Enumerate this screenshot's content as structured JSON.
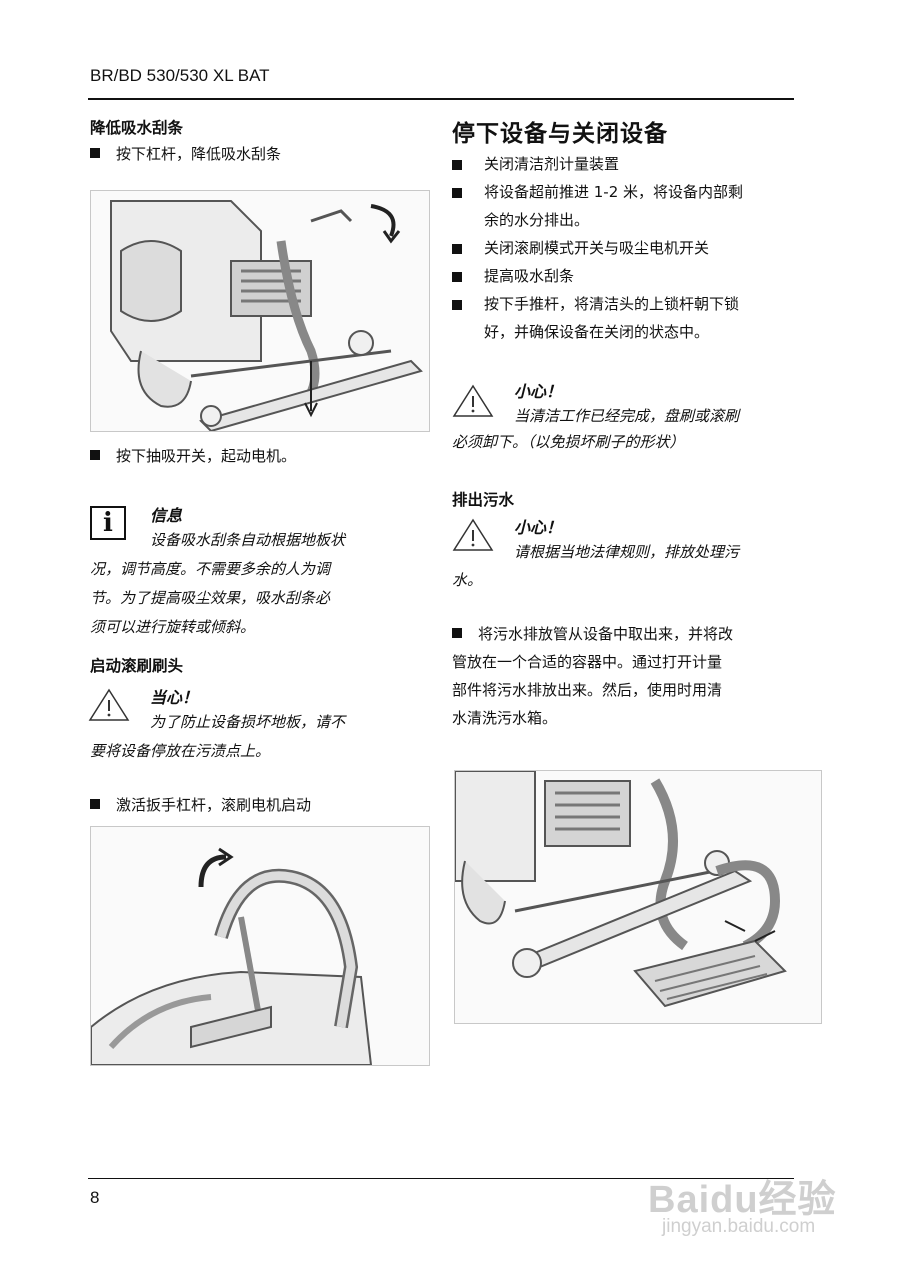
{
  "header": {
    "title": "BR/BD 530/530 XL BAT"
  },
  "left": {
    "s1_title": "降低吸水刮条",
    "s1_step1": "按下杠杆，降低吸水刮条",
    "s1_step2": "按下抽吸开关，起动电机。",
    "info_title": "信息",
    "info_lines": [
      "设备吸水刮条自动根据地板状",
      "况，调节高度。不需要多余的人为调",
      "节。为了提高吸尘效果，吸水刮条必",
      "须可以进行旋转或倾斜。"
    ],
    "s2_title": "启动滚刷刷头",
    "s2_caution_title": "当心！",
    "s2_caution_lines": [
      "为了防止设备损坏地板，请不",
      "要将设备停放在污渍点上。"
    ],
    "s2_step1": "激活扳手杠杆，滚刷电机启动"
  },
  "right": {
    "main_title": "停下设备与关闭设备",
    "bullets": [
      [
        "关闭清洁剂计量装置"
      ],
      [
        "将设备超前推进 1-2 米，将设备内部剩",
        "余的水分排出。"
      ],
      [
        "关闭滚刷模式开关与吸尘电机开关"
      ],
      [
        "提高吸水刮条"
      ],
      [
        "按下手推杆，将清洁头的上锁杆朝下锁",
        "好，并确保设备在关闭的状态中。"
      ]
    ],
    "caution1_title": "小心！",
    "caution1_lines": [
      "当清洁工作已经完成，盘刷或滚刷",
      "必须卸下。（以免损坏刷子的形状）"
    ],
    "s3_title": "排出污水",
    "caution2_title": "小心！",
    "caution2_lines": [
      "请根据当地法律规则，排放处理污",
      "水。"
    ],
    "s3_lines": [
      "将污水排放管从设备中取出来，并将改",
      "管放在一个合适的容器中。通过打开计量",
      "部件将污水排放出来。然后，使用时用清",
      "水清洗污水箱。"
    ]
  },
  "footer": {
    "page_number": "8"
  },
  "watermark": {
    "brand": "Baidu经验",
    "url": "jingyan.baidu.com"
  }
}
